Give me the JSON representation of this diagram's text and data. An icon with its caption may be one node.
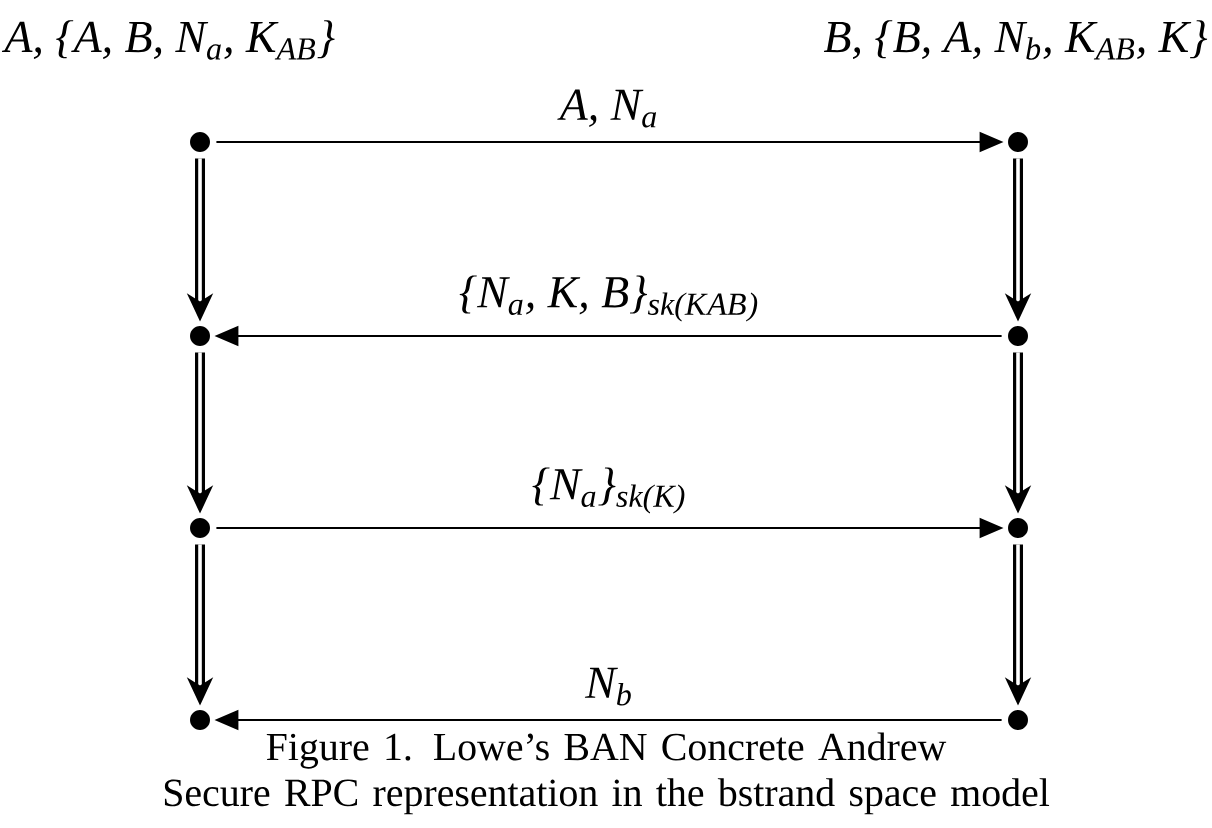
{
  "diagram": {
    "caption": "Figure 1. Lowe’s BAN Concrete Andrew Secure RPC representation in the bstrand space model",
    "nodes": [
      {
        "text": [],
        "shape": "circle",
        "beside": [
          "A, {A, B, N$_{a}$, K$_{AB}$}"
        ]
      },
      {
        "text": [],
        "shape": "circle",
        "beside": [
          "B, {B, A, N$_{b}$, K$_{AB}$, K}"
        ]
      },
      {
        "text": [],
        "shape": "circle"
      },
      {
        "text": [],
        "shape": "circle"
      },
      {
        "text": [],
        "shape": "circle"
      },
      {
        "text": [],
        "shape": "circle"
      },
      {
        "text": [],
        "shape": "circle"
      },
      {
        "text": [],
        "shape": "circle"
      }
    ],
    "edges": [
      {
        "from": 0,
        "to": 1,
        "arrow": "to",
        "label": "A, N$_{a}$"
      },
      {
        "from": 3,
        "to": 2,
        "arrow": "to",
        "label": "{N$_{a}$, K, B}$_{sk(K}$$_{AB}$$_{)}$"
      },
      {
        "from": 4,
        "to": 5,
        "arrow": "to",
        "label": "{N$_{a}$}$_{sk(K)}$"
      },
      {
        "from": 7,
        "to": 6,
        "arrow": "to",
        "label": "N$_{b}$"
      },
      {
        "from": 0,
        "to": 2,
        "arrow": "to"
      },
      {
        "from": 2,
        "to": 4,
        "arrow": "to"
      },
      {
        "from": 4,
        "to": 6,
        "arrow": "to"
      },
      {
        "from": 1,
        "to": 3,
        "arrow": "to"
      },
      {
        "from": 3,
        "to": 5,
        "arrow": "to"
      },
      {
        "from": 5,
        "to": 7,
        "arrow": "to"
      }
    ]
  }
}
